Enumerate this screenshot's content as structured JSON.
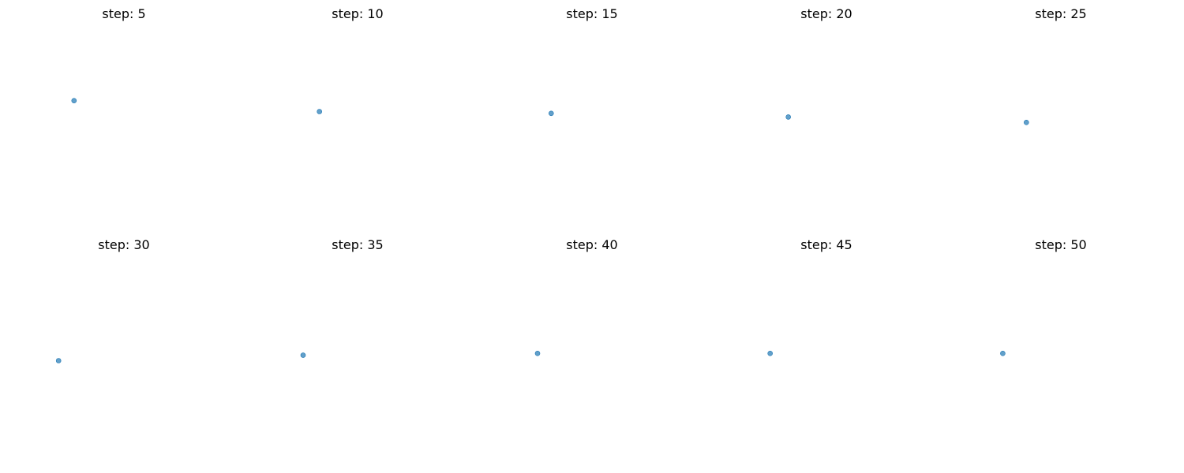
{
  "colors": {
    "point": "#1f77b4",
    "background": "#ffffff"
  },
  "chart_data": [
    {
      "type": "scatter",
      "title": "step: 5",
      "x": [
        -0.55
      ],
      "y": [
        0.22
      ]
    },
    {
      "type": "scatter",
      "title": "step: 10",
      "x": [
        -0.42
      ],
      "y": [
        0.1
      ]
    },
    {
      "type": "scatter",
      "title": "step: 15",
      "x": [
        -0.45
      ],
      "y": [
        0.08
      ]
    },
    {
      "type": "scatter",
      "title": "step: 20",
      "x": [
        -0.42
      ],
      "y": [
        0.04
      ]
    },
    {
      "type": "scatter",
      "title": "step: 25",
      "x": [
        -0.38
      ],
      "y": [
        -0.02
      ]
    },
    {
      "type": "scatter",
      "title": "step: 30",
      "x": [
        -0.72
      ],
      "y": [
        -0.1
      ]
    },
    {
      "type": "scatter",
      "title": "step: 35",
      "x": [
        -0.6
      ],
      "y": [
        -0.04
      ]
    },
    {
      "type": "scatter",
      "title": "step: 40",
      "x": [
        -0.6
      ],
      "y": [
        -0.02
      ]
    },
    {
      "type": "scatter",
      "title": "step: 45",
      "x": [
        -0.62
      ],
      "y": [
        -0.02
      ]
    },
    {
      "type": "scatter",
      "title": "step: 50",
      "x": [
        -0.64
      ],
      "y": [
        -0.02
      ]
    }
  ]
}
